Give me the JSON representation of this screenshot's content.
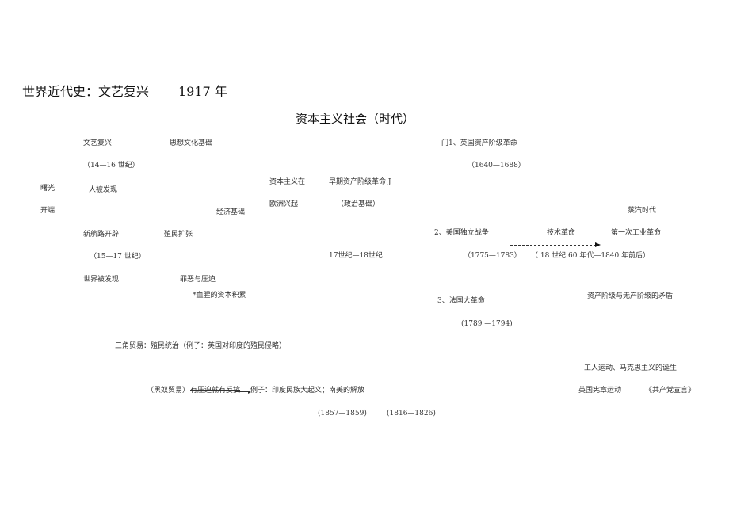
{
  "title": "世界近代史：文艺复兴",
  "year": "1917 年",
  "heading": "资本主义社会（时代）",
  "renaissance": {
    "name": "文艺复兴",
    "role": "思想文化基础",
    "period": "（14—16 世纪）",
    "meaning": "人被发现"
  },
  "dawn": {
    "line1": "曙光",
    "line2": "开端"
  },
  "economic_base": "经济基础",
  "rise": {
    "line1": "资本主义在",
    "line2": "欧洲兴起"
  },
  "early_revolution": {
    "name": "早期资产阶级革命 J",
    "role": "（政治基础）",
    "period": "17世纪—18世纪"
  },
  "new_routes": {
    "name": "新航路开辟",
    "expansion": "殖民扩张",
    "period": "（15—17 世纪）",
    "meaning": "世界被发现",
    "crime": "罪恶与压迫",
    "accumulation": "*血腥的资本积累"
  },
  "revolutions": [
    {
      "name": "门1、英国资产阶级革命",
      "period": "（1640—1688）"
    },
    {
      "name": "2、美国独立战争",
      "period": "（1775—1783）"
    },
    {
      "name": "3、法国大革命",
      "period": "(1789 —1794)"
    }
  ],
  "industrial": {
    "era": "蒸汽时代",
    "tech": "技术革命",
    "name": "第一次工业革命",
    "period": "（ 18 世纪 60 年代—1840 年前后）",
    "contradiction": "资产阶级与无产阶级的矛盾"
  },
  "colonial": {
    "triangle": "三角贸易：殖民统治（例子：英国对印度的殖民侵略）",
    "slave": "（黑奴贸易）",
    "resistance": "有压迫就有反抗",
    "examples": "例子：印度民族大起义；南美的解放",
    "period1": "(1857—1859)",
    "period2": "(1816—1826)"
  },
  "labor": {
    "movement": "工人运动、马克思主义的诞生",
    "chartism": "英国宪章运动",
    "manifesto": "《共产党宣言》"
  }
}
